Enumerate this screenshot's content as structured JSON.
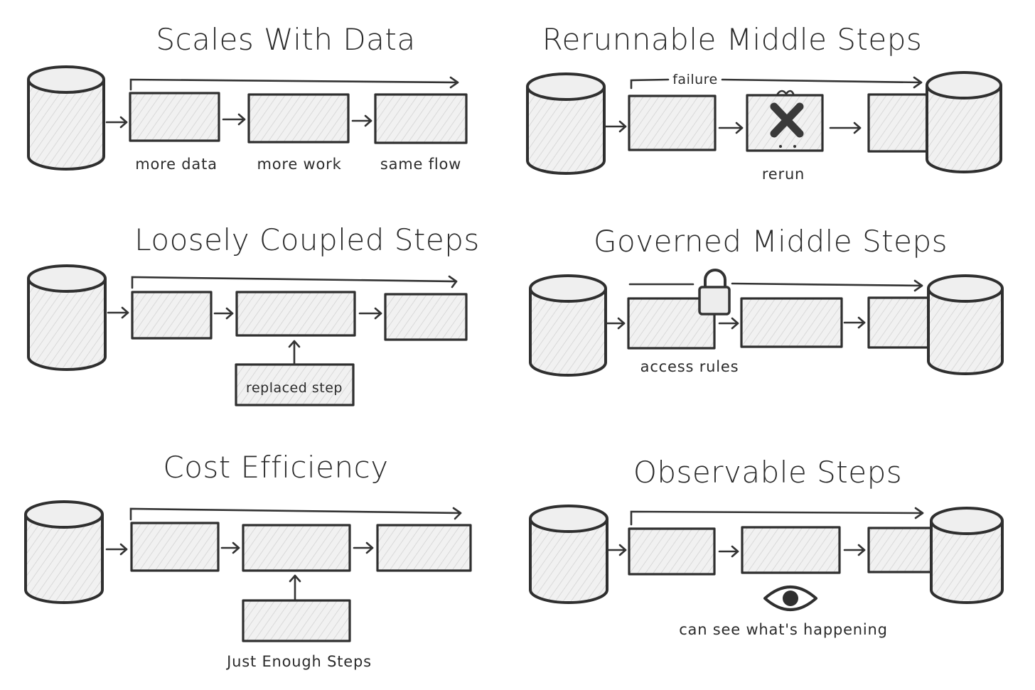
{
  "panels": {
    "scales": {
      "title": "Scales With Data",
      "labels": [
        "more data",
        "more work",
        "same flow"
      ]
    },
    "rerunnable": {
      "title": "Rerunnable Middle Steps",
      "failure_label": "failure",
      "rerun_label": "rerun"
    },
    "loosely": {
      "title": "Loosely Coupled Steps",
      "replaced_label": "replaced step"
    },
    "governed": {
      "title": "Governed  Middle Steps",
      "access_label": "access rules"
    },
    "cost": {
      "title": "Cost Efficiency",
      "just_enough_label": "Just Enough Steps"
    },
    "observable": {
      "title": "Observable Steps",
      "see_label": "can see what's happening"
    }
  },
  "icons": {
    "failure_mark": "x-mark-icon",
    "lock": "padlock-icon",
    "eye": "eye-icon"
  },
  "colors": {
    "ink": "#2f2f2f",
    "fill": "#ededed",
    "failure_mark": "#3a3a3a"
  }
}
